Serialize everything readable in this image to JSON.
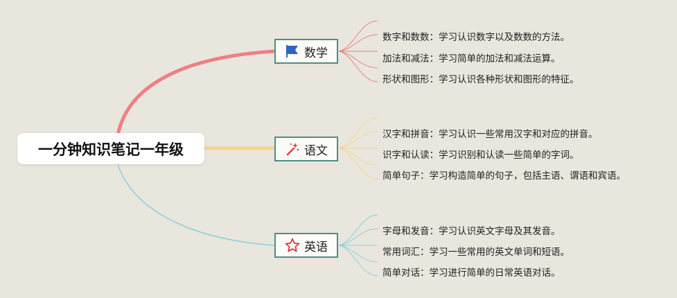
{
  "root": {
    "title": "一分钟知识笔记一年级"
  },
  "branches": [
    {
      "label": "数学",
      "icon": "flag-icon",
      "color": "#ef7f84",
      "items": [
        "数字和数数：学习认识数字以及数数的方法。",
        "加法和减法：学习简单的加法和减法运算。",
        "形状和图形：学习认识各种形状和图形的特征。"
      ]
    },
    {
      "label": "语文",
      "icon": "magic-wand-icon",
      "color": "#f6d48f",
      "items": [
        "汉字和拼音：学习认识一些常用汉字和对应的拼音。",
        "识字和认读：学习识别和认读一些简单的字词。",
        "简单句子：学习构造简单的句子，包括主语、谓语和宾语。"
      ]
    },
    {
      "label": "英语",
      "icon": "star-icon",
      "color": "#86cfe0",
      "items": [
        "字母和发音：学习认识英文字母及其发音。",
        "常用词汇：学习一些常用的英文单词和短语。",
        "简单对话：学习进行简单的日常英语对话。"
      ]
    }
  ]
}
